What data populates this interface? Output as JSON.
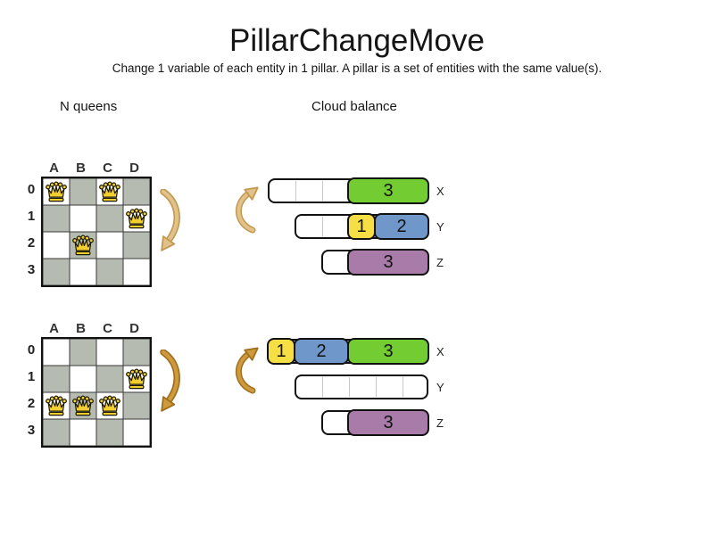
{
  "header": {
    "title": "PillarChangeMove",
    "subtitle": "Change 1 variable of each entity in 1 pillar. A pillar is a set of entities with the same value(s)."
  },
  "labels": {
    "left": "N queens",
    "right": "Cloud balance"
  },
  "colors": {
    "board_dark_cell": "#b6bbb1",
    "board_light_cell": "#ffffff",
    "queen_gold": "#f2ce30",
    "block_green": "#73cd32",
    "block_yellow": "#f6de45",
    "block_blue": "#7097c9",
    "block_purple": "#a87ba8",
    "arrow_light_fill": "#e2c289",
    "arrow_light_edge": "#c09a52",
    "arrow_dark_fill": "#cf9a3e",
    "arrow_dark_edge": "#a06f1e"
  },
  "board": {
    "columns": [
      "A",
      "B",
      "C",
      "D"
    ],
    "rows": [
      "0",
      "1",
      "2",
      "3"
    ]
  },
  "panels": [
    {
      "name": "before",
      "arrow_style": "light",
      "queens": [
        {
          "col": 0,
          "row": 0
        },
        {
          "col": 2,
          "row": 0
        },
        {
          "col": 3,
          "row": 1
        },
        {
          "col": 1,
          "row": 2
        }
      ],
      "computers": [
        {
          "label": "X",
          "cells": 6,
          "blocks": [
            {
              "value": "3",
              "size": 3,
              "color": "block_green"
            }
          ]
        },
        {
          "label": "Y",
          "cells": 5,
          "blocks": [
            {
              "value": "1",
              "size": 1,
              "color": "block_yellow"
            },
            {
              "value": "2",
              "size": 2,
              "color": "block_blue"
            }
          ]
        },
        {
          "label": "Z",
          "cells": 4,
          "blocks": [
            {
              "value": "3",
              "size": 3,
              "color": "block_purple"
            }
          ]
        }
      ]
    },
    {
      "name": "after",
      "arrow_style": "dark",
      "queens": [
        {
          "col": 3,
          "row": 1
        },
        {
          "col": 0,
          "row": 2
        },
        {
          "col": 1,
          "row": 2
        },
        {
          "col": 2,
          "row": 2
        }
      ],
      "computers": [
        {
          "label": "X",
          "cells": 6,
          "blocks": [
            {
              "value": "1",
              "size": 1,
              "color": "block_yellow"
            },
            {
              "value": "2",
              "size": 2,
              "color": "block_blue"
            },
            {
              "value": "3",
              "size": 3,
              "color": "block_green"
            }
          ]
        },
        {
          "label": "Y",
          "cells": 5,
          "blocks": []
        },
        {
          "label": "Z",
          "cells": 4,
          "blocks": [
            {
              "value": "3",
              "size": 3,
              "color": "block_purple"
            }
          ]
        }
      ]
    }
  ]
}
